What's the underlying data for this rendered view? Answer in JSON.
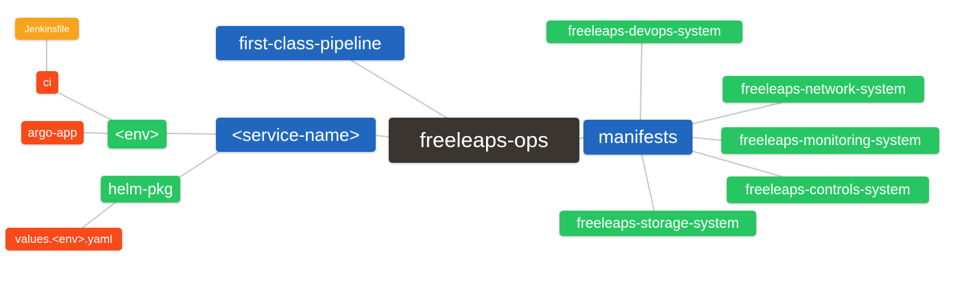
{
  "mindmap": {
    "nodes": {
      "jenkinsfile": {
        "label": "Jenkinsfile",
        "color": "#f8a41d"
      },
      "ci": {
        "label": "ci",
        "color": "#f94a1a"
      },
      "argo_app": {
        "label": "argo-app",
        "color": "#f94a1a"
      },
      "env": {
        "label": "<env>",
        "color": "#27c662"
      },
      "helm_pkg": {
        "label": "helm-pkg",
        "color": "#27c662"
      },
      "values_env_yaml": {
        "label": "values.<env>.yaml",
        "color": "#f94a1a"
      },
      "first_class_pipeline": {
        "label": "first-class-pipeline",
        "color": "#2167bf"
      },
      "service_name": {
        "label": "<service-name>",
        "color": "#2167bf"
      },
      "freeleaps_ops": {
        "label": "freeleaps-ops",
        "color": "#3a3531"
      },
      "manifests": {
        "label": "manifests",
        "color": "#2167bf"
      },
      "devops_system": {
        "label": "freeleaps-devops-system",
        "color": "#27c662"
      },
      "network_system": {
        "label": "freeleaps-network-system",
        "color": "#27c662"
      },
      "monitoring_system": {
        "label": "freeleaps-monitoring-system",
        "color": "#27c662"
      },
      "controls_system": {
        "label": "freeleaps-controls-system",
        "color": "#27c662"
      },
      "storage_system": {
        "label": "freeleaps-storage-system",
        "color": "#27c662"
      }
    },
    "edges": [
      {
        "from": "jenkinsfile",
        "to": "ci"
      },
      {
        "from": "ci",
        "to": "env"
      },
      {
        "from": "argo_app",
        "to": "env"
      },
      {
        "from": "env",
        "to": "service_name"
      },
      {
        "from": "service_name",
        "to": "helm_pkg"
      },
      {
        "from": "helm_pkg",
        "to": "values_env_yaml"
      },
      {
        "from": "first_class_pipeline",
        "to": "freeleaps_ops"
      },
      {
        "from": "service_name",
        "to": "freeleaps_ops"
      },
      {
        "from": "freeleaps_ops",
        "to": "manifests"
      },
      {
        "from": "manifests",
        "to": "devops_system"
      },
      {
        "from": "manifests",
        "to": "network_system"
      },
      {
        "from": "manifests",
        "to": "monitoring_system"
      },
      {
        "from": "manifests",
        "to": "controls_system"
      },
      {
        "from": "manifests",
        "to": "storage_system"
      }
    ],
    "colors": {
      "background": "#ffffff",
      "edge": "#c9c9c9",
      "node_text": "#ffffff",
      "blue": "#2167bf",
      "green": "#27c662",
      "red": "#f94a1a",
      "orange": "#f8a41d",
      "dark": "#3a3531"
    }
  }
}
